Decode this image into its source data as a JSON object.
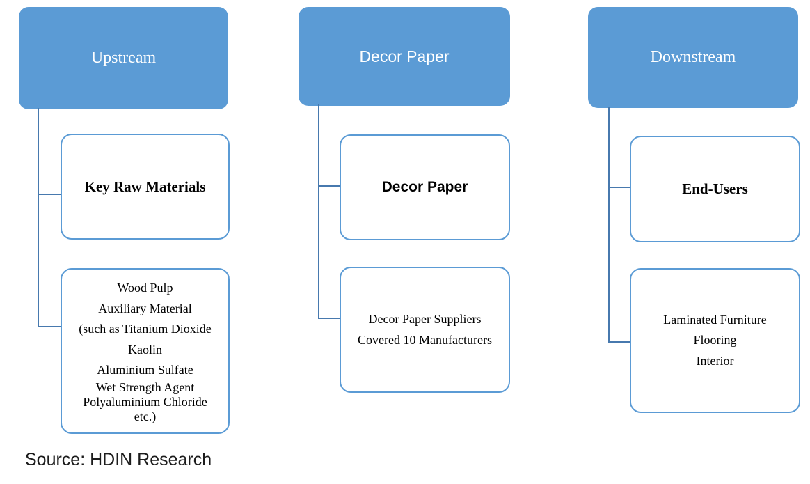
{
  "colors": {
    "header_fill": "#5B9BD5",
    "box_border": "#5B9BD5",
    "connector": "#4779AE",
    "header_text": "#FFFFFF",
    "body_text": "#000000"
  },
  "source": {
    "label": "Source: HDIN Research"
  },
  "columns": [
    {
      "header": "Upstream",
      "boxes": [
        {
          "title": "Key Raw Materials"
        },
        {
          "lines": [
            "Wood Pulp",
            "Auxiliary Material",
            "(such as Titanium Dioxide",
            "Kaolin",
            "Aluminium Sulfate",
            "Wet Strength Agent",
            "Polyaluminium Chloride",
            "etc.)"
          ]
        }
      ]
    },
    {
      "header": "Decor Paper",
      "boxes": [
        {
          "title": "Decor Paper"
        },
        {
          "lines": [
            "Decor Paper Suppliers",
            "Covered 10 Manufacturers"
          ]
        }
      ]
    },
    {
      "header": "Downstream",
      "boxes": [
        {
          "title": "End-Users"
        },
        {
          "lines": [
            "Laminated Furniture",
            "Flooring",
            "Interior"
          ]
        }
      ]
    }
  ]
}
